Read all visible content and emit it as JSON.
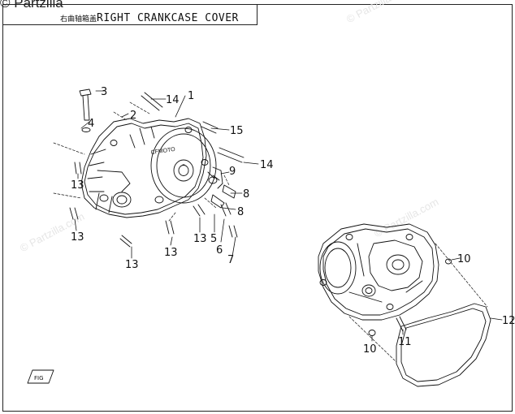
{
  "diagram": {
    "copyright": "© Partzilla",
    "watermarks": [
      "© Partzilla.com",
      "© Partzilla.com",
      "© Partzilla.com"
    ],
    "title_cjk": "右曲轴箱盖",
    "title": "RIGHT CRANKCASE COVER",
    "cover_logo": "CFMOTO",
    "corner_mark": "FIG",
    "callouts": [
      "1",
      "2",
      "3",
      "4",
      "5",
      "6",
      "7",
      "8",
      "8",
      "9",
      "10",
      "10",
      "11",
      "12",
      "13",
      "13",
      "13",
      "13",
      "13",
      "14",
      "14",
      "15"
    ]
  }
}
